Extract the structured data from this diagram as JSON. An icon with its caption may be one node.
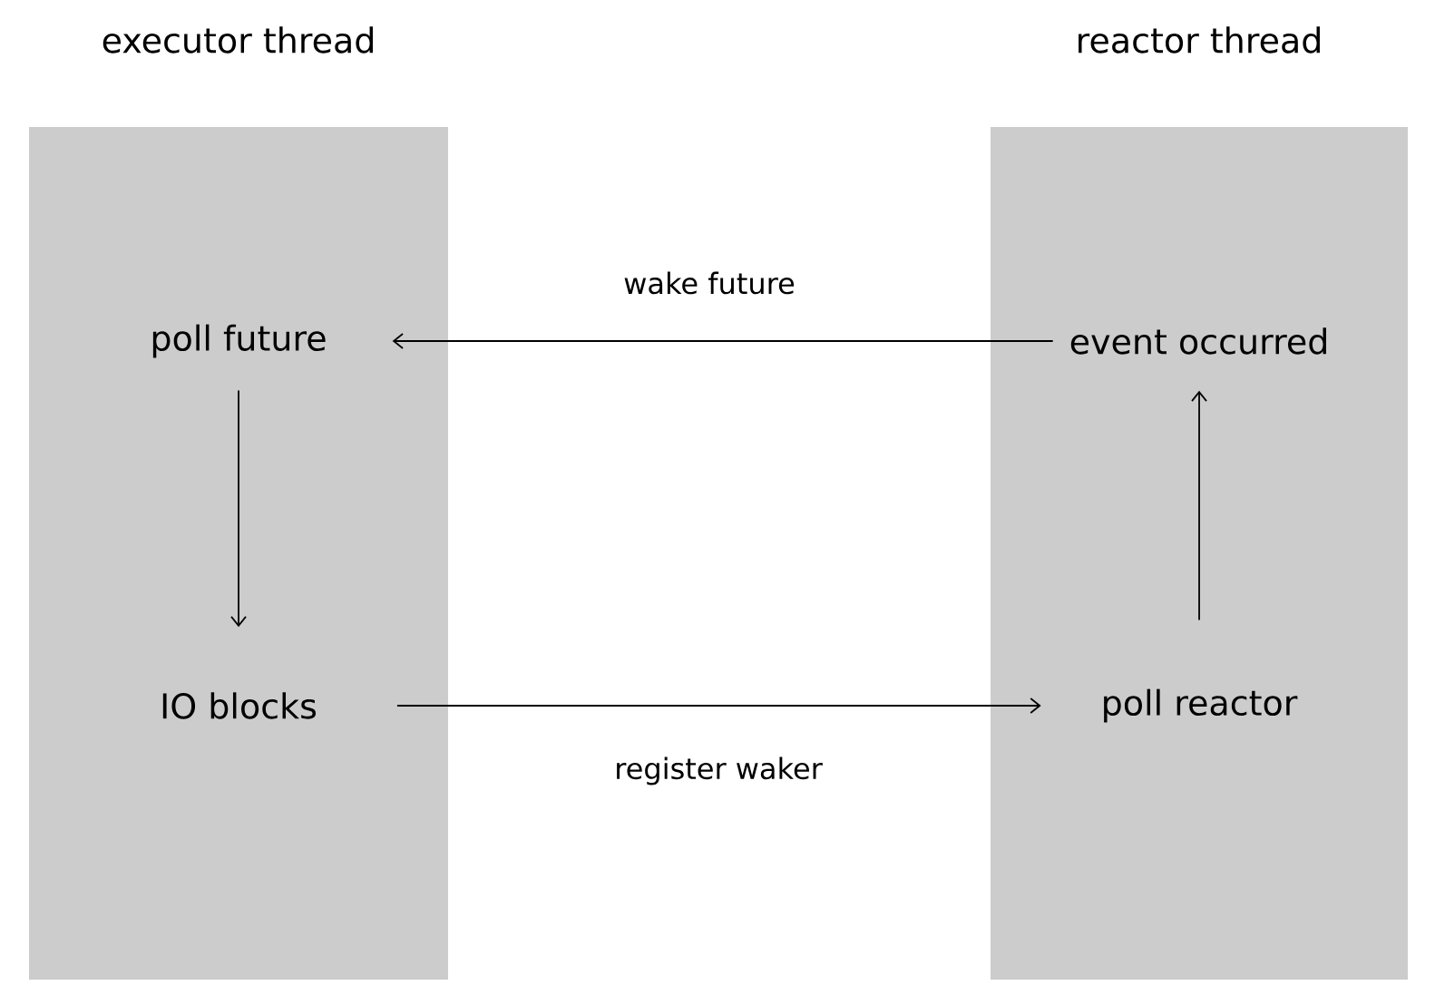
{
  "diagram": {
    "nodes": [
      {
        "text": [
          "executor thread"
        ]
      },
      {
        "text": [
          "poll future"
        ],
        "in": 0
      },
      {
        "text": [
          "IO blocks"
        ],
        "in": 0
      },
      {
        "text": [
          "reactor thread"
        ]
      },
      {
        "text": [
          "event occurred"
        ],
        "in": 3
      },
      {
        "text": [
          "poll reactor"
        ],
        "in": 3
      }
    ],
    "edges": [
      {
        "from": 1,
        "to": 2,
        "arrow": "to"
      },
      {
        "from": 2,
        "to": 5,
        "arrow": "to",
        "label": "register waker"
      },
      {
        "from": 5,
        "to": 4,
        "arrow": "to"
      },
      {
        "from": 4,
        "to": 1,
        "arrow": "to",
        "label": "wake future"
      }
    ]
  }
}
